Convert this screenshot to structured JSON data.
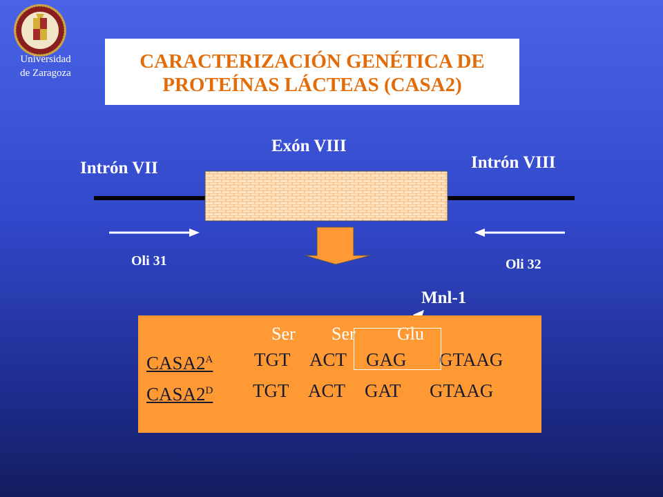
{
  "header": {
    "university_line1": "Universidad",
    "university_line2": "de Zaragoza",
    "title_line1": "CARACTERIZACIÓN GENÉTICA DE",
    "title_line2": "PROTEÍNAS LÁCTEAS (CASA2)"
  },
  "diagram": {
    "exon_label": "Exón VIII",
    "intron_left_label": "Intrón VII",
    "intron_right_label": "Intrón VIII",
    "primer_forward_label": "Oli 31",
    "primer_reverse_label": "Oli 32",
    "enzyme_label": "Mnl-1"
  },
  "sequence": {
    "amino_acids": [
      "Ser",
      "Ser",
      "Glu"
    ],
    "rows": [
      {
        "allele_base": "CASA2",
        "allele_sup": "A",
        "codons": [
          "TGT",
          "ACT",
          "GAG",
          "GTAAG"
        ]
      },
      {
        "allele_base": "CASA2",
        "allele_sup": "D",
        "codons": [
          "TGT",
          "ACT",
          "GAT",
          "GTAAG"
        ]
      }
    ]
  },
  "colors": {
    "background_top": "#4a63e6",
    "background_bottom": "#131c5e",
    "title_text": "#e36c09",
    "sequence_box": "#ff9933",
    "exon_fill": "#fde3c2",
    "arrow_fill": "#ff9933"
  },
  "icons": {
    "logo": "university-seal-icon",
    "down_arrow": "block-down-arrow-icon"
  }
}
